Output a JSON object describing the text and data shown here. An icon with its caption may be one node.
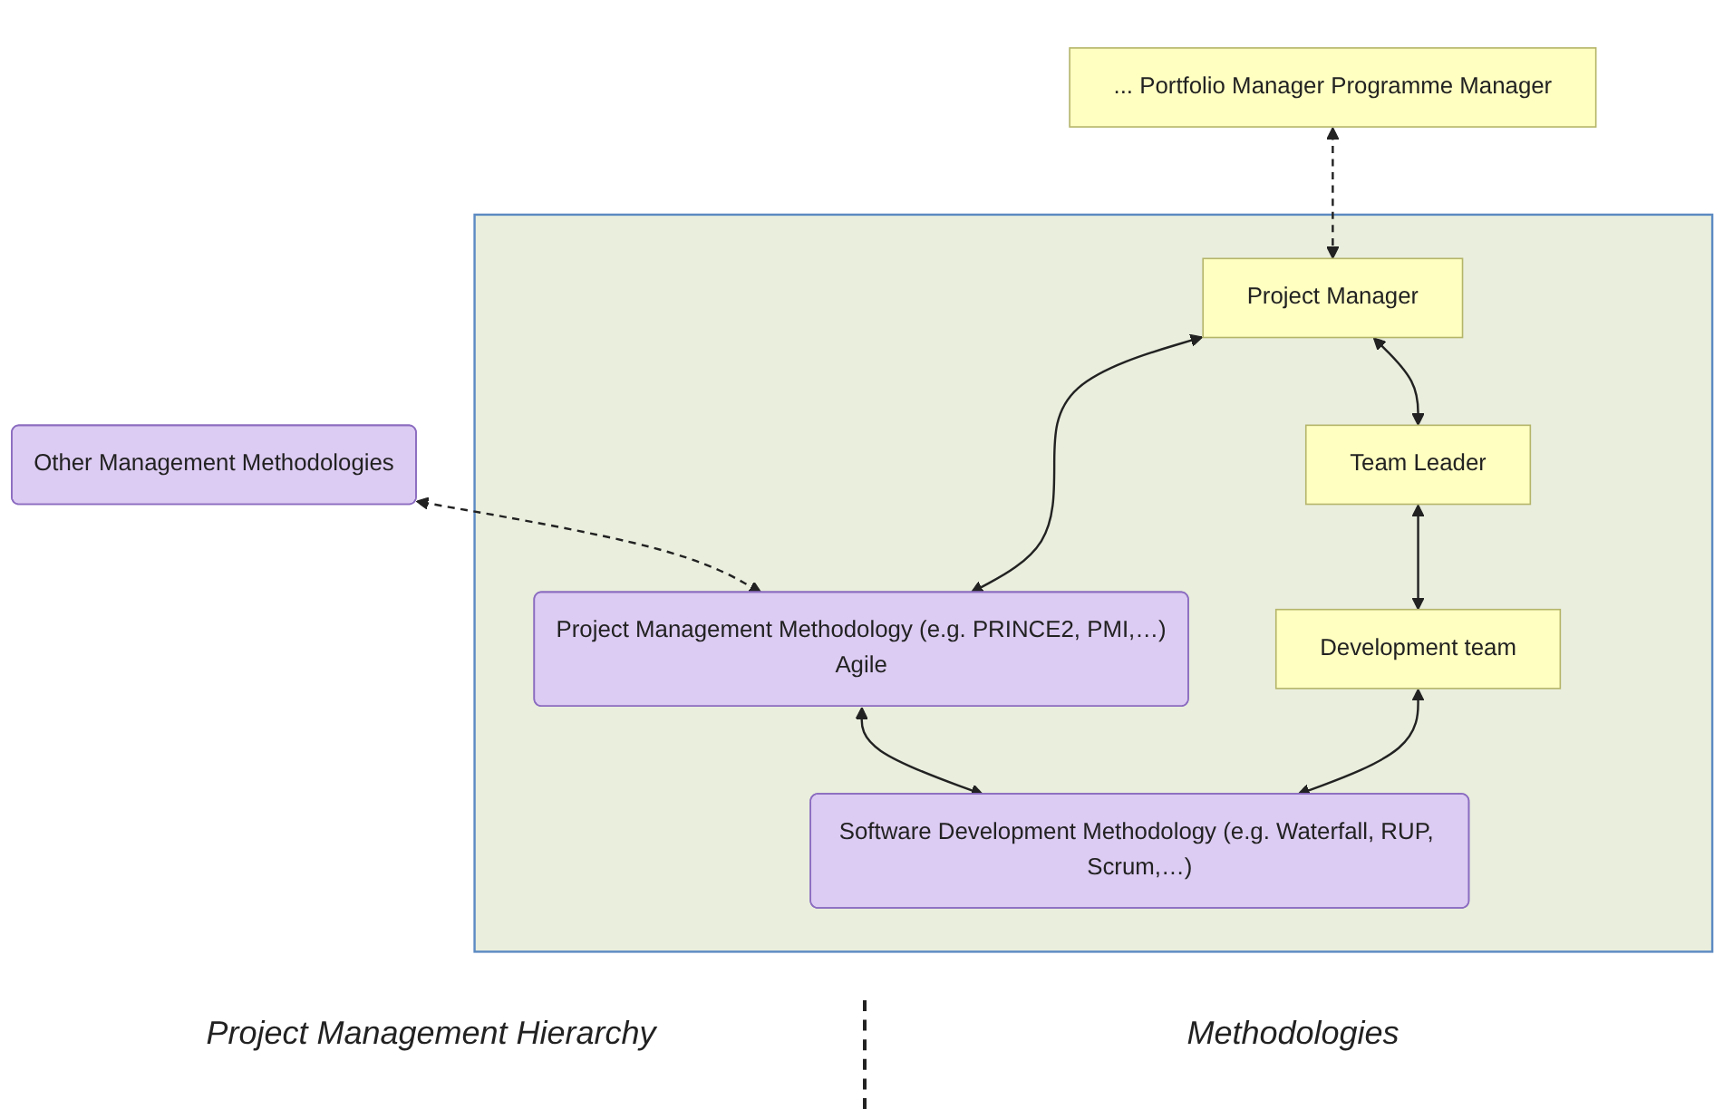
{
  "diagram": {
    "nodes": [
      {
        "text": [
          "... Portfolio Manager Programme Manager"
        ]
      },
      {
        "text": [
          "Other Management Methodologies"
        ]
      },
      {
        "text": [],
        "shape": "box"
      },
      {
        "text": [
          "Project Manager"
        ],
        "in": 2
      },
      {
        "text": [
          "Project Management Methodology (e.g. PRINCE2, PMI,…)",
          "Agile"
        ],
        "in": 2
      },
      {
        "text": [
          "Team Leader"
        ],
        "in": 2
      },
      {
        "text": [
          "Development team"
        ],
        "in": 2
      },
      {
        "text": [
          "Software Development Methodology (e.g. Waterfall, RUP, Scrum,…)"
        ],
        "in": 2
      }
    ],
    "edges": [
      {
        "from": 0,
        "to": 3,
        "arrow": "both",
        "style": "dashed"
      },
      {
        "from": 1,
        "to": 4,
        "arrow": "both",
        "style": "dashed"
      },
      {
        "from": 3,
        "to": 4,
        "arrow": "both"
      },
      {
        "from": 3,
        "to": 5,
        "arrow": "both"
      },
      {
        "from": 5,
        "to": 6,
        "arrow": "both"
      },
      {
        "from": 4,
        "to": 7,
        "arrow": "both"
      },
      {
        "from": 6,
        "to": 7,
        "arrow": "both"
      }
    ],
    "labels": [
      "Project Management Hierarchy",
      "Methodologies"
    ]
  }
}
